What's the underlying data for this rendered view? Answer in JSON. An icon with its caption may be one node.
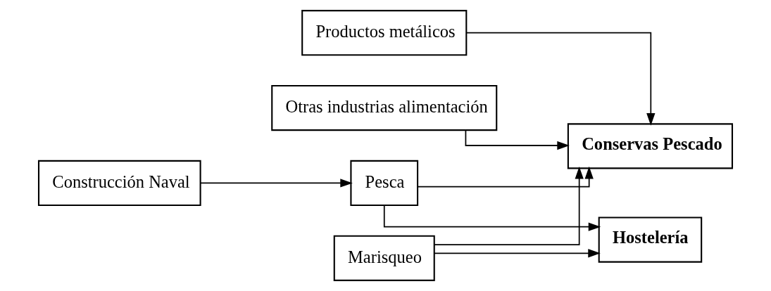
{
  "diagram": {
    "nodes": [
      {
        "text": [
          "Construcción Naval"
        ]
      },
      {
        "text": [
          "Pesca"
        ]
      },
      {
        "text": [
          "Productos metálicos"
        ]
      },
      {
        "text": [
          "Conservas Pescado"
        ]
      },
      {
        "text": [
          "Hostelería"
        ]
      },
      {
        "text": [
          "Otras industrias alimentación"
        ]
      },
      {
        "text": [
          "Marisqueo"
        ]
      }
    ],
    "edges": [
      {
        "from": 0,
        "to": 1,
        "arrow": "to"
      },
      {
        "from": 1,
        "to": 3,
        "arrow": "to"
      },
      {
        "from": 1,
        "to": 4,
        "arrow": "to"
      },
      {
        "from": 2,
        "to": 3,
        "arrow": "to"
      },
      {
        "from": 5,
        "to": 3,
        "arrow": "to"
      },
      {
        "from": 6,
        "to": 3,
        "arrow": "to"
      },
      {
        "from": 6,
        "to": 4,
        "arrow": "to"
      }
    ]
  }
}
